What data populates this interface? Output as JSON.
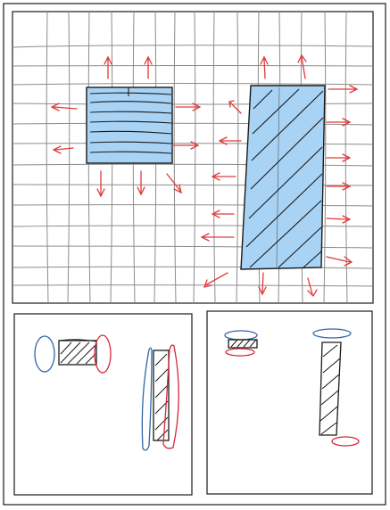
{
  "colors": {
    "ink": "#1a1a1a",
    "grid": "#8c8c8c",
    "fill": "#a9d3f5",
    "arrow": "#e03a3a",
    "blue_outline": "#2f66a8",
    "red_outline": "#d6283a"
  },
  "panels": [
    {
      "id": "top-panel",
      "description_shapes": [
        "grid",
        "blue-square-hatched",
        "blue-tall-rect-hatched",
        "outward-arrows"
      ]
    },
    {
      "id": "bottom-left-panel",
      "description_shapes": [
        "hatched-square-with-blue-red-ovals",
        "hatched-tall-with-blue-red-ovals"
      ]
    },
    {
      "id": "bottom-right-panel",
      "description_shapes": [
        "flat-hatched-with-ovals",
        "tall-thin-hatched-with-ovals"
      ]
    }
  ]
}
